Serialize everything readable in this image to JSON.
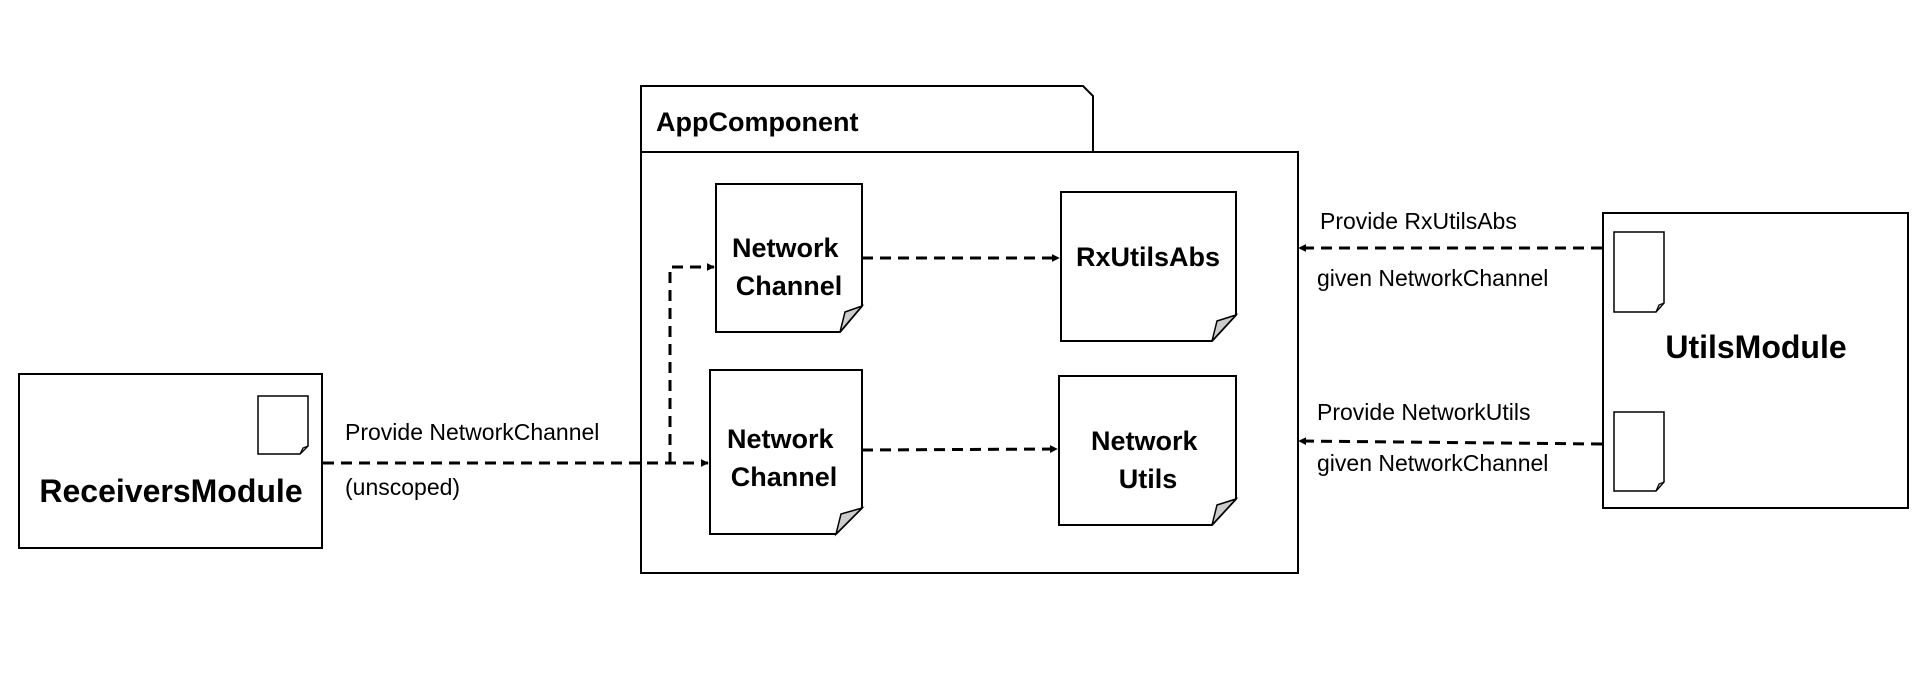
{
  "receivers_module": {
    "label": "ReceiversModule"
  },
  "app_component": {
    "label": "AppComponent"
  },
  "utils_module": {
    "label": "UtilsModule"
  },
  "nodes": {
    "network_channel_top": {
      "line1": "Network",
      "line2": "Channel"
    },
    "network_channel_bottom": {
      "line1": "Network",
      "line2": "Channel"
    },
    "rx_utils_abs": {
      "label": "RxUtilsAbs"
    },
    "network_utils": {
      "line1": "Network",
      "line2": "Utils"
    }
  },
  "edges": {
    "receivers_to_app": {
      "line1": "Provide NetworkChannel",
      "line2": "(unscoped)"
    },
    "utils_rxutilsabs": {
      "line1": "Provide RxUtilsAbs",
      "line2": "given NetworkChannel"
    },
    "utils_networkutils": {
      "line1": "Provide NetworkUtils",
      "line2": "given NetworkChannel"
    }
  }
}
